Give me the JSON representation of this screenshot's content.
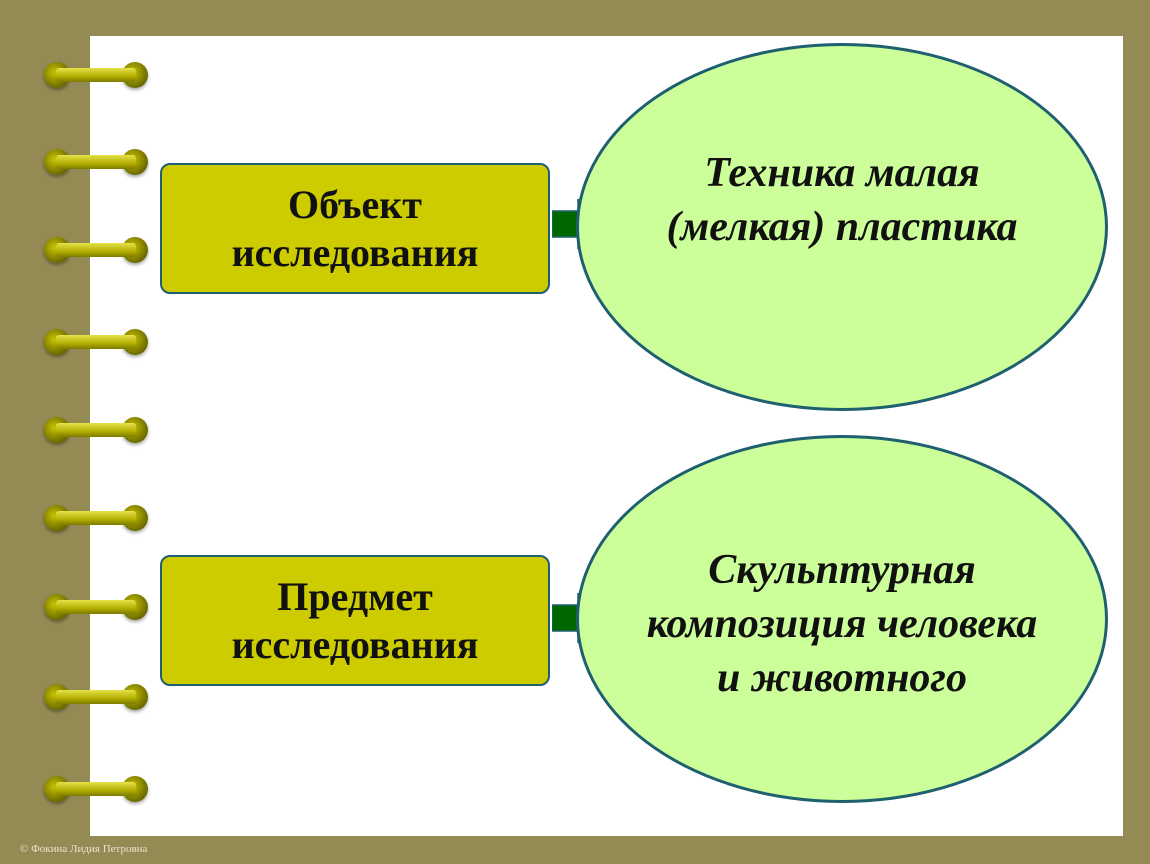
{
  "items": [
    {
      "label": "Объект\nисследования",
      "value": "Техника малая\n(мелкая) пластика"
    },
    {
      "label": "Предмет\nисследования",
      "value": "Скульптурная\nкомпозиция человека\nи животного"
    }
  ],
  "footer": {
    "copyright": "© Фокина Лидия Петровна"
  },
  "colors": {
    "background": "#948a54",
    "box": "#cccc00",
    "ellipse": "#ccff99",
    "arrow": "#006600",
    "border": "#1f6070"
  }
}
